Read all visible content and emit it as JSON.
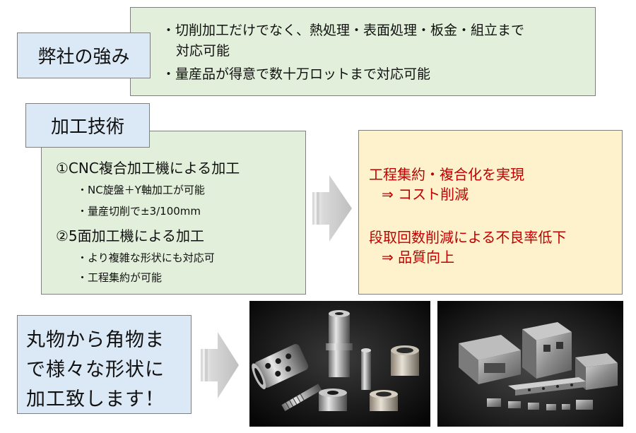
{
  "strengths": {
    "tag": "弊社の強み",
    "bullet1_line1": "・切削加工だけでなく、熱処理・表面処理・板金・組立まで",
    "bullet1_line2": "対応可能",
    "bullet2": "・量産品が得意で数十万ロットまで対応可能"
  },
  "tech": {
    "tag": "加工技術",
    "item1": "①CNC複合加工機による加工",
    "item1_sub1": "・NC旋盤＋Y軸加工が可能",
    "item1_sub2": "・量産切削で±3/100mm",
    "item2": "②5面加工機による加工",
    "item2_sub1": "・より複雑な形状にも対応可",
    "item2_sub2": "・工程集約が可能"
  },
  "benefits": {
    "line1": "工程集約・複合化を実現",
    "line2": "⇒ コスト削減",
    "line3": "段取回数削減による不良率低下",
    "line4": "⇒ 品質向上"
  },
  "message": {
    "line1": "丸物から角物ま",
    "line2": "で様々な形状に",
    "line3": "加工致します！"
  },
  "colors": {
    "green_panel": "#e2efda",
    "blue_tag": "#dbe8f6",
    "yellow_panel": "#fdf2cc",
    "benefit_text": "#c00000",
    "arrow": "#bfbfbf"
  }
}
